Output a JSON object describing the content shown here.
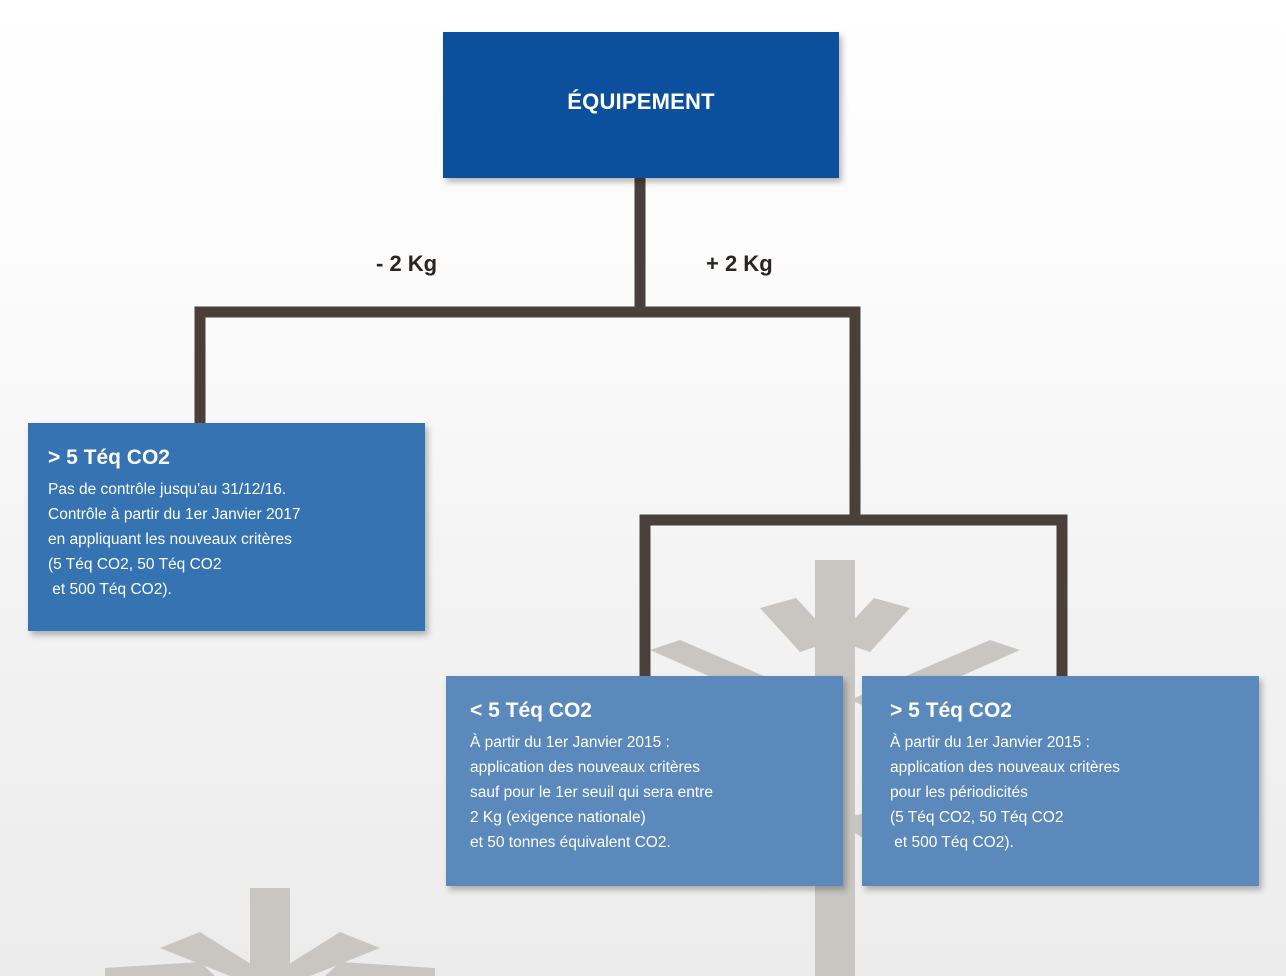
{
  "diagram": {
    "root": {
      "title": "ÉQUIPEMENT"
    },
    "edges": {
      "left_label": "- 2 Kg",
      "right_label": "+ 2 Kg"
    },
    "nodes": {
      "left": {
        "heading": "> 5 Téq CO2",
        "lines": [
          "Pas de contrôle jusqu'au 31/12/16.",
          "Contrôle à partir du 1er Janvier 2017",
          "en appliquant les nouveaux critères",
          "(5 Téq CO2, 50 Téq CO2",
          " et 500 Téq CO2)."
        ]
      },
      "middle": {
        "heading": "< 5 Téq CO2",
        "lines": [
          "À partir du 1er Janvier 2015 :",
          "application des nouveaux critères",
          "sauf pour le 1er seuil qui sera entre",
          "2 Kg (exigence nationale)",
          "et 50 tonnes équivalent CO2."
        ]
      },
      "right": {
        "heading": "> 5 Téq CO2",
        "lines": [
          "À partir du 1er Janvier 2015 :",
          "application des nouveaux critères",
          "pour les périodicités",
          "(5 Téq CO2, 50 Téq CO2",
          " et 500 Téq CO2)."
        ]
      }
    },
    "colors": {
      "root_fill": "#0c4f9c",
      "left_fill": "#3573b3",
      "child_fill": "#5b89bb",
      "connector": "#4a403b",
      "watermark": "#c9c5c1"
    },
    "icons": {
      "watermark": "snowflake-watermark-icon"
    }
  }
}
